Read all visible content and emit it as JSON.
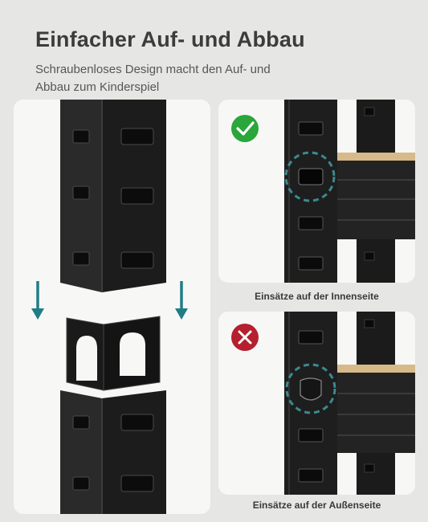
{
  "header": {
    "title": "Einfacher Auf- und Abbau",
    "subtitle_line1": "Schraubenloses Design macht den Auf- und",
    "subtitle_line2": "Abbau zum Kinderspiel"
  },
  "panels": {
    "correct": {
      "caption": "Einsätze auf der Innenseite",
      "status_icon": "check-icon",
      "status_color": "#2aa63a"
    },
    "wrong": {
      "caption": "Einsätze auf der Außenseite",
      "status_icon": "cross-icon",
      "status_color": "#b51f2e"
    }
  },
  "colors": {
    "background": "#e6e6e4",
    "panel": "#f7f7f6",
    "steel": "#1f1f1f",
    "arrow": "#1f7d86",
    "highlight_circle": "#3b8a91",
    "shelf_board": "#d7b98a"
  }
}
